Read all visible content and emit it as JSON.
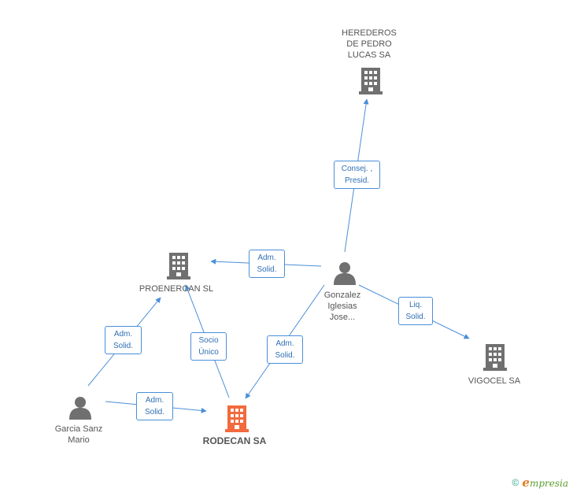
{
  "colors": {
    "edge": "#4a8fd8",
    "company": "#707070",
    "main_company": "#f26a3d",
    "person": "#707070"
  },
  "nodes": {
    "herederos": {
      "label": "HEREDEROS\nDE PEDRO\nLUCAS SA",
      "icon": "building-icon"
    },
    "proenercan": {
      "label": "PROENERCAN SL",
      "icon": "building-icon"
    },
    "gonzalez": {
      "label": "Gonzalez\nIglesias\nJose...",
      "icon": "person-icon"
    },
    "vigocel": {
      "label": "VIGOCEL SA",
      "icon": "building-icon"
    },
    "garcia": {
      "label": "Garcia Sanz\nMario",
      "icon": "person-icon"
    },
    "rodecan": {
      "label": "RODECAN SA",
      "icon": "building-icon"
    }
  },
  "edges": {
    "consej": {
      "label": "Consej. ,\nPresid."
    },
    "adm_proenercan": {
      "label": "Adm.\nSolid."
    },
    "liq": {
      "label": "Liq.\nSolid."
    },
    "adm_rodecan_g": {
      "label": "Adm.\nSolid."
    },
    "socio": {
      "label": "Socio\nÚnico"
    },
    "adm_garcia_p": {
      "label": "Adm.\nSolid."
    },
    "adm_garcia_r": {
      "label": "Adm.\nSolid."
    }
  },
  "footer": {
    "copyright": "©",
    "brand": "mpresia",
    "brand_initial": "e"
  }
}
